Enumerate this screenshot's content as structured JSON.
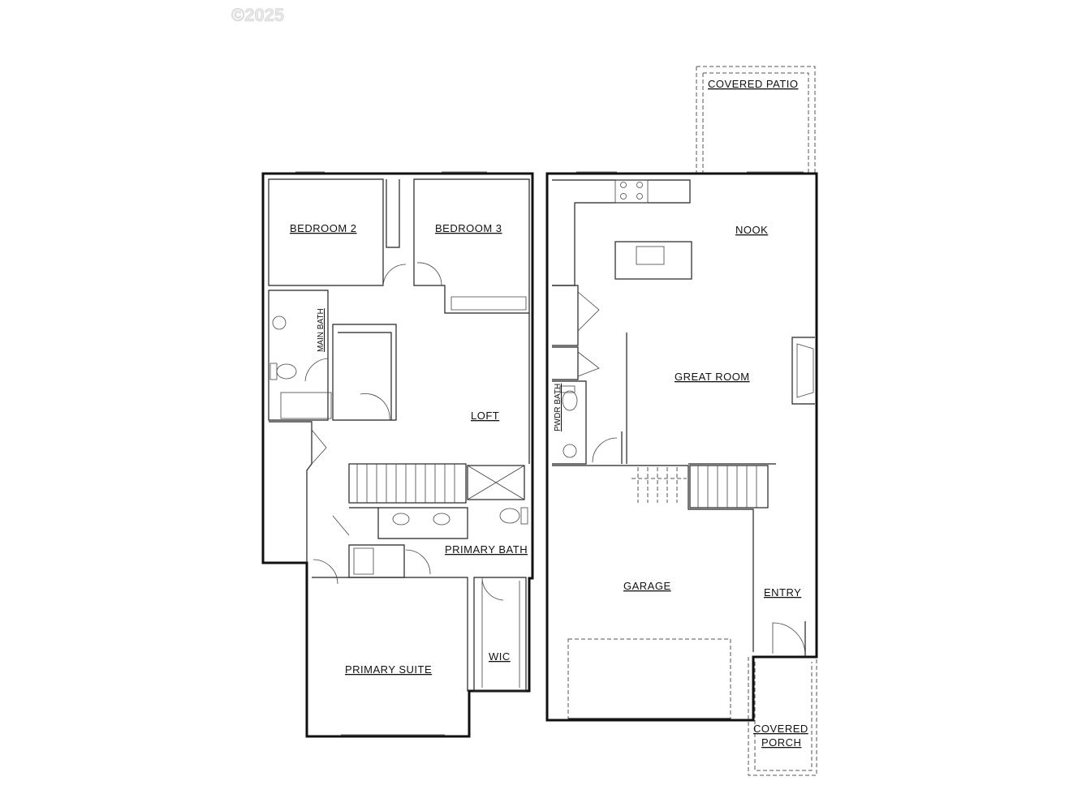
{
  "copyright": "©2025",
  "upper_floor": {
    "rooms": {
      "bedroom2": "BEDROOM 2",
      "bedroom3": "BEDROOM 3",
      "main_bath": "MAIN BATH",
      "loft": "LOFT",
      "primary_bath": "PRIMARY BATH",
      "primary_suite": "PRIMARY SUITE",
      "wic": "WIC"
    }
  },
  "main_floor": {
    "rooms": {
      "covered_patio": "COVERED PATIO",
      "nook": "NOOK",
      "great_room": "GREAT ROOM",
      "pwdr_bath": "PWDR BATH",
      "garage": "GARAGE",
      "entry": "ENTRY",
      "covered_porch_line1": "COVERED",
      "covered_porch_line2": "PORCH"
    }
  },
  "colors": {
    "line": "#111111",
    "background": "#ffffff"
  }
}
